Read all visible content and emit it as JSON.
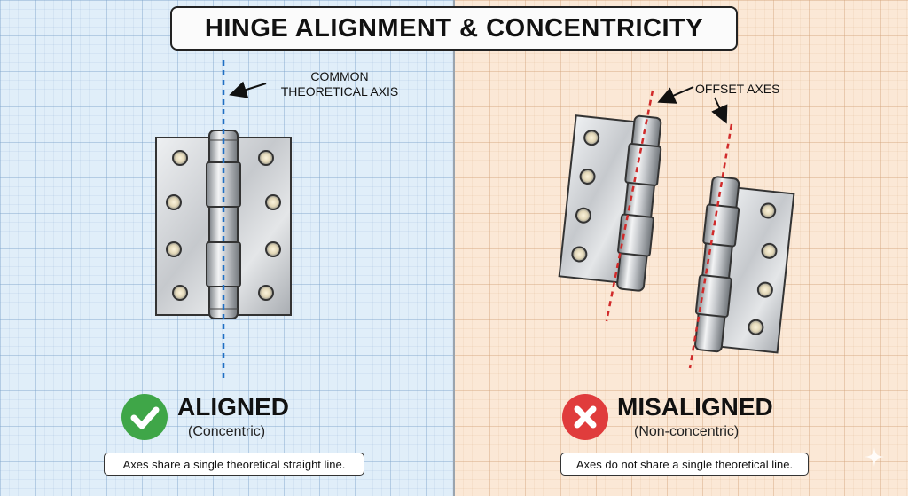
{
  "title": "HINGE ALIGNMENT & CONCENTRICITY",
  "left_panel": {
    "annotation_line1": "COMMON",
    "annotation_line2": "THEORETICAL AXIS",
    "status": "ALIGNED",
    "status_sub": "(Concentric)",
    "caption": "Axes share a single theoretical straight line.",
    "axis_color": "#1f6fc4",
    "badge_color": "#3fa648",
    "badge_icon": "checkmark-icon"
  },
  "right_panel": {
    "annotation": "OFFSET AXES",
    "status": "MISALIGNED",
    "status_sub": "(Non-concentric)",
    "caption": "Axes do not share a single theoretical line.",
    "axis_color": "#d12a2a",
    "badge_color": "#e03c3c",
    "badge_icon": "cross-icon"
  },
  "colors": {
    "left_background": "#e0eef9",
    "right_background": "#fbe8d6",
    "hinge_metal": "#c9ccd0"
  }
}
